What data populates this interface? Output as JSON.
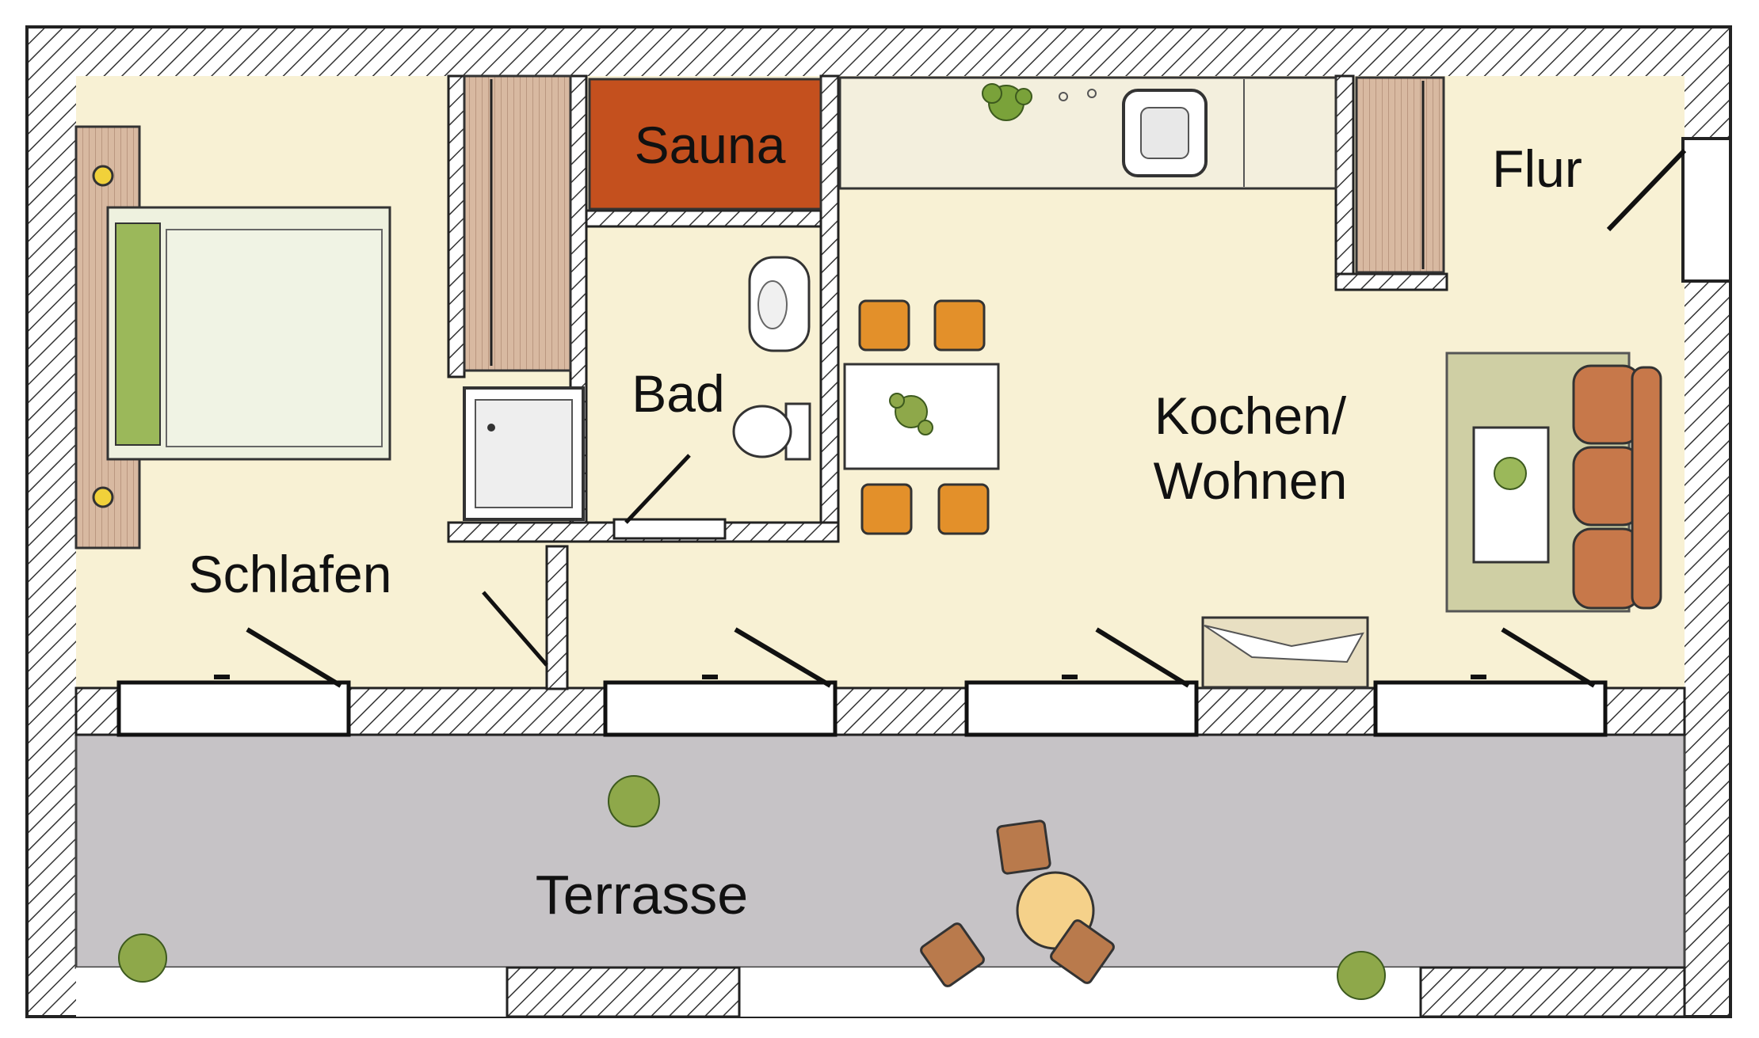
{
  "rooms": {
    "sauna": "Sauna",
    "flur": "Flur",
    "bad": "Bad",
    "kochen_line1": "Kochen/",
    "kochen_line2": "Wohnen",
    "schlafen": "Schlafen",
    "terrasse": "Terrasse"
  },
  "colors": {
    "floor": "#f8f1d4",
    "terrace": "#c6c3c6",
    "sauna": "#c4501e",
    "wall_hatch": "#333333",
    "wood": "#c9a58c",
    "chair": "#e3902a",
    "sofa": "#c7784a",
    "bed_green": "#9bb85a",
    "rug": "#cfcfa4"
  }
}
